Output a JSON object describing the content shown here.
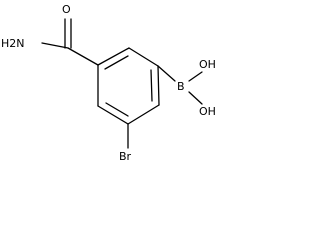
{
  "molecule": {
    "labels": {
      "amide_nitrogen": "H2N",
      "carbonyl_oxygen": "O",
      "boron": "B",
      "hydroxyl_upper": "OH",
      "hydroxyl_lower": "OH",
      "bromine": "Br"
    },
    "colors": {
      "bond": "#000000",
      "background": "#ffffff"
    }
  }
}
